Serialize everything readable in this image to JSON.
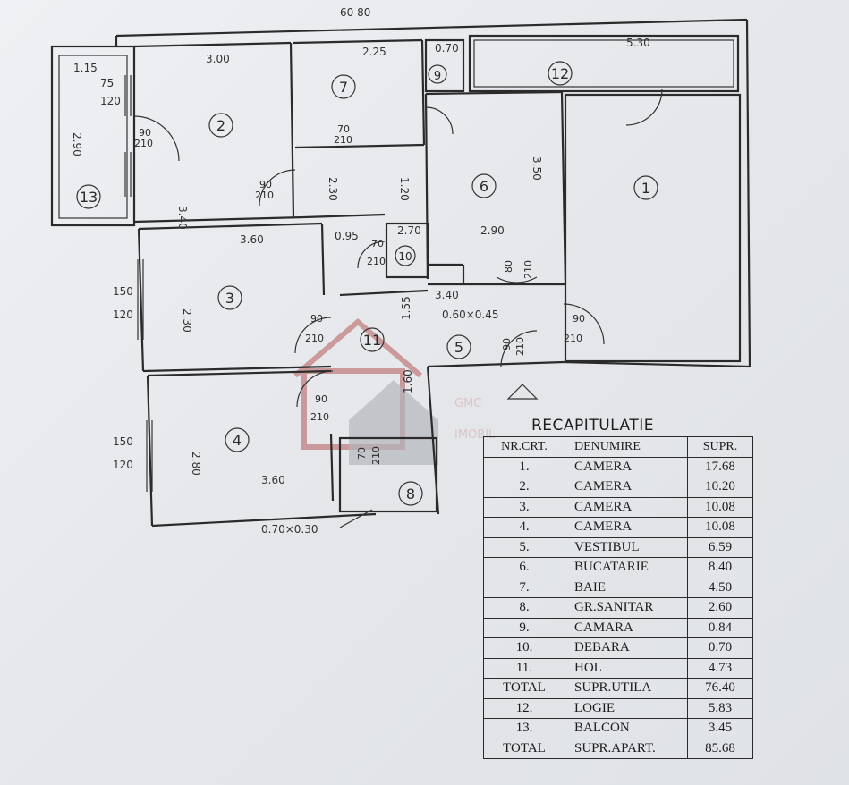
{
  "watermark": {
    "line1": "GMC",
    "line2": "IMOBIL"
  },
  "rooms": [
    {
      "num": "1",
      "label": "1"
    },
    {
      "num": "2",
      "label": "2"
    },
    {
      "num": "3",
      "label": "3"
    },
    {
      "num": "4",
      "label": "4"
    },
    {
      "num": "5",
      "label": "5"
    },
    {
      "num": "6",
      "label": "6"
    },
    {
      "num": "7",
      "label": "7"
    },
    {
      "num": "8",
      "label": "8"
    },
    {
      "num": "9",
      "label": "9"
    },
    {
      "num": "10",
      "label": "10"
    },
    {
      "num": "11",
      "label": "11"
    },
    {
      "num": "12",
      "label": "12"
    },
    {
      "num": "13",
      "label": "13"
    }
  ],
  "dimensions": {
    "top_60_80": "60 80",
    "d300": "3.00",
    "d225": "2.25",
    "d070": "0.70",
    "d530": "5.30",
    "d115": "1.15",
    "d75_120": "75",
    "d120": "120",
    "d290": "2.90",
    "d360a": "3.60",
    "d340a": "3.40",
    "d230": "2.30",
    "d280": "2.80",
    "d360b": "3.60",
    "d340b": "3.40",
    "d350": "3.50",
    "d290b": "2.90",
    "d150a": "150",
    "d120a": "120",
    "d150b": "150",
    "d120b": "120",
    "d070x030": "0.70×0.30",
    "d060x045": "0.60×0.45",
    "d155": "1.55",
    "d160": "1.60",
    "d270": "2.70",
    "d095": "0.95",
    "d120c": "1.20",
    "d230b": "2.30"
  },
  "doors": {
    "dr1": "90",
    "dr1b": "210",
    "dr2": "90",
    "dr2b": "210",
    "dr3": "90",
    "dr3b": "210",
    "dr4": "90",
    "dr4b": "210",
    "dr5": "90",
    "dr5b": "210",
    "dr6": "90",
    "dr6b": "210",
    "dr7": "80",
    "dr7b": "210",
    "dr8": "70",
    "dr8b": "210",
    "dr9": "70",
    "dr9b": "210",
    "dr10": "70",
    "dr10b": "210"
  },
  "recap": {
    "title": "RECAPITULATIE",
    "headers": [
      "NR.CRT.",
      "DENUMIRE",
      "SUPR."
    ],
    "rows": [
      [
        "1.",
        "CAMERA",
        "17.68"
      ],
      [
        "2.",
        "CAMERA",
        "10.20"
      ],
      [
        "3.",
        "CAMERA",
        "10.08"
      ],
      [
        "4.",
        "CAMERA",
        "10.08"
      ],
      [
        "5.",
        "VESTIBUL",
        "6.59"
      ],
      [
        "6.",
        "BUCATARIE",
        "8.40"
      ],
      [
        "7.",
        "BAIE",
        "4.50"
      ],
      [
        "8.",
        "GR.SANITAR",
        "2.60"
      ],
      [
        "9.",
        "CAMARA",
        "0.84"
      ],
      [
        "10.",
        "DEBARA",
        "0.70"
      ],
      [
        "11.",
        "HOL",
        "4.73"
      ],
      [
        "TOTAL",
        "SUPR.UTILA",
        "76.40"
      ],
      [
        "12.",
        "LOGIE",
        "5.83"
      ],
      [
        "13.",
        "BALCON",
        "3.45"
      ],
      [
        "TOTAL",
        "SUPR.APART.",
        "85.68"
      ]
    ]
  }
}
